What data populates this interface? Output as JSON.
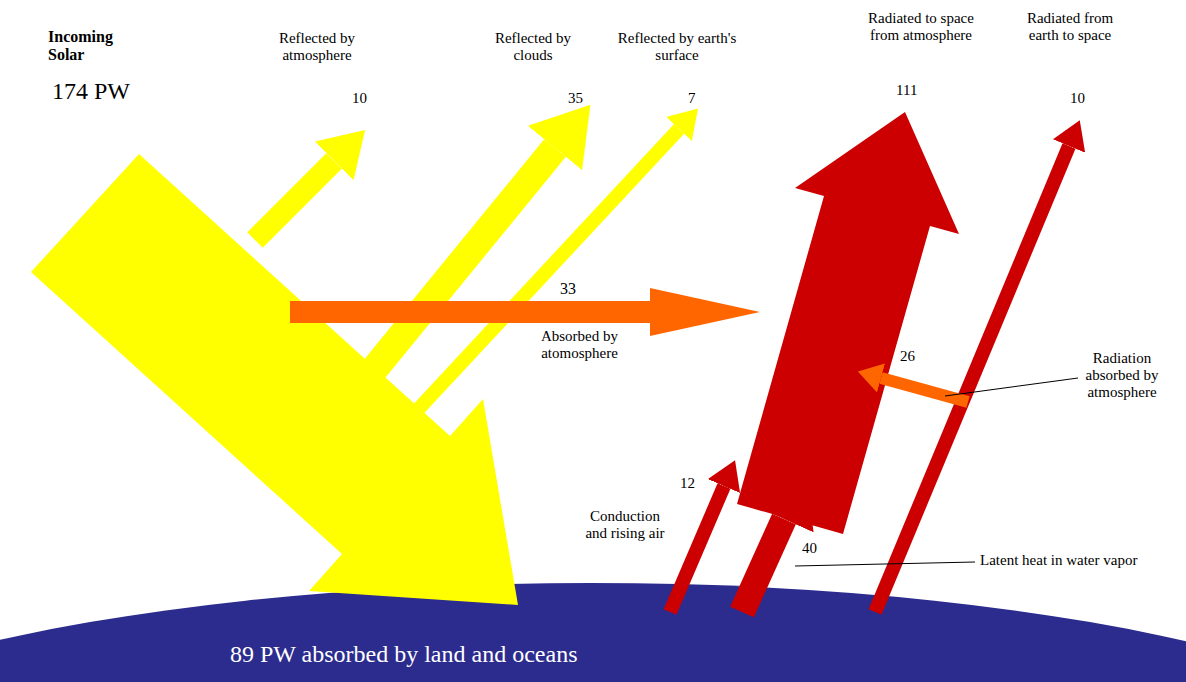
{
  "diagram": {
    "nodes": [
      {
        "text": [
          "89 PW absorbed by land and oceans"
        ]
      }
    ],
    "labels": [
      "Incoming Solar",
      "174 PW",
      "Reflected by atmosphere",
      "10",
      "Reflected by clouds",
      "35",
      "Reflected by earth's surface",
      "7",
      "Radiated to space from atmosphere",
      "111",
      "Radiated from earth to space",
      "10",
      "33",
      "Absorbed by atomosphere",
      "26",
      "Radiation absorbed by atmosphere",
      "12",
      "Conduction and rising air",
      "40",
      "Latent heat in water vapor"
    ]
  }
}
